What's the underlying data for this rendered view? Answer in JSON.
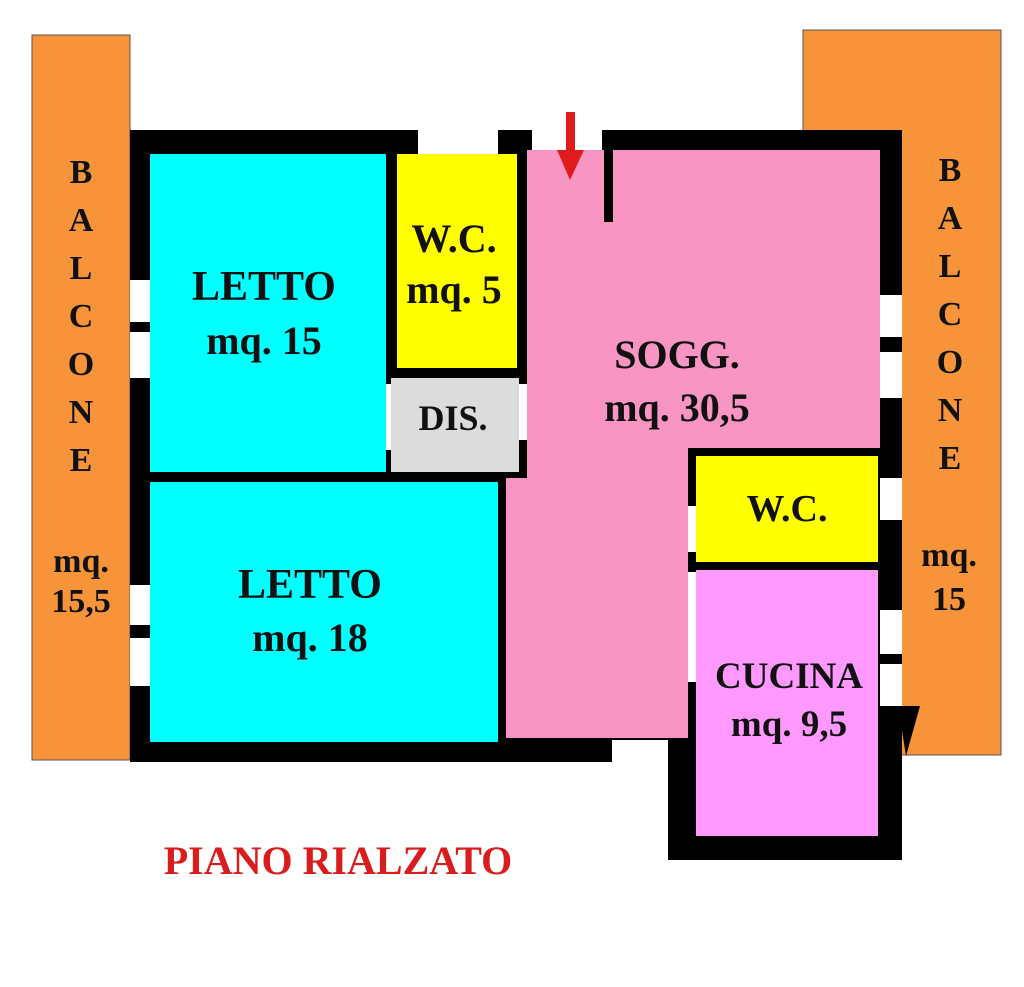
{
  "floor_label": "PIANO RIALZATO",
  "colors": {
    "balcony": "#f7943a",
    "bedroom": "#00ffff",
    "bathroom": "#ffff00",
    "living": "#f995c3",
    "kitchen": "#ff99ff",
    "hall": "#dcdcdc",
    "wall": "#000000",
    "floor_label": "#d91c1c",
    "entrance_arrow": "#e01b1b"
  },
  "balcony_left": {
    "letters": [
      "B",
      "A",
      "L",
      "C",
      "O",
      "N",
      "E"
    ],
    "area_line1": "mq.",
    "area_line2": "15,5"
  },
  "balcony_right": {
    "letters": [
      "B",
      "A",
      "L",
      "C",
      "O",
      "N",
      "E"
    ],
    "area_line1": "mq.",
    "area_line2": "15"
  },
  "rooms": {
    "letto_1": {
      "name": "LETTO",
      "area": "mq. 15"
    },
    "wc_1": {
      "name": "W.C.",
      "area": "mq. 5"
    },
    "dis": {
      "name": "DIS."
    },
    "soggiorno": {
      "name": "SOGG.",
      "area": "mq. 30,5"
    },
    "letto_2": {
      "name": "LETTO",
      "area": "mq. 18"
    },
    "wc_2": {
      "name": "W.C."
    },
    "cucina": {
      "name": "CUCINA",
      "area": "mq. 9,5"
    }
  },
  "icons": {
    "entrance": "entrance-arrow-icon"
  }
}
